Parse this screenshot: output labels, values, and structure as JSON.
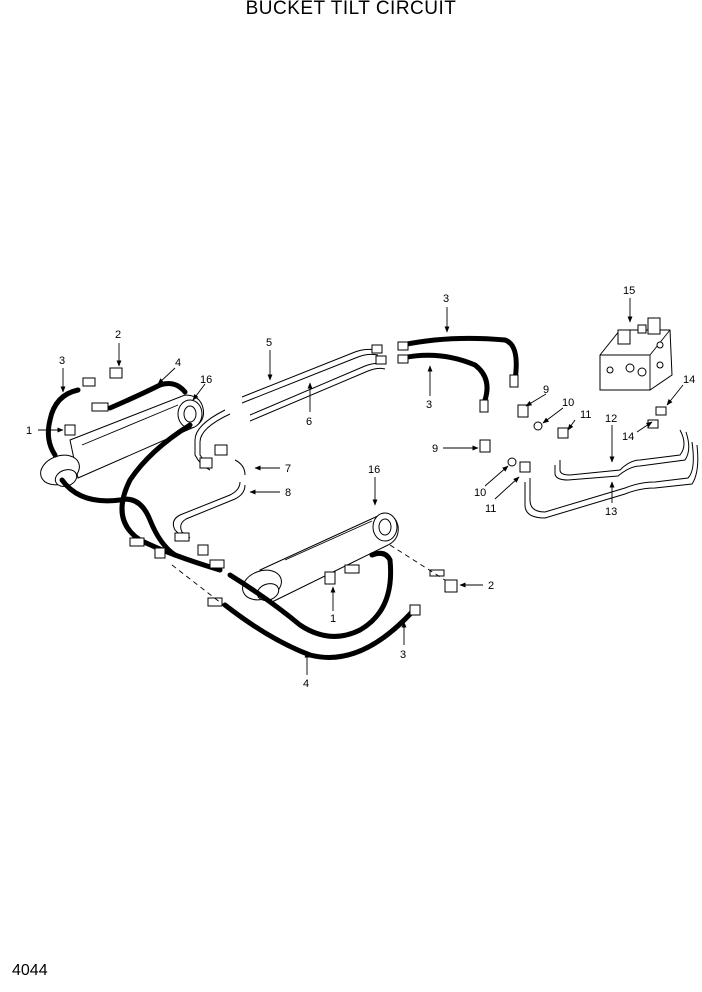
{
  "title": "BUCKET TILT CIRCUIT",
  "page_number": "4044",
  "callouts": {
    "c1a": "1",
    "c1b": "1",
    "c2a": "2",
    "c2b": "2",
    "c3a": "3",
    "c3b": "3",
    "c3c": "3",
    "c3d": "3",
    "c4a": "4",
    "c4b": "4",
    "c5": "5",
    "c6": "6",
    "c7": "7",
    "c8": "8",
    "c9a": "9",
    "c9b": "9",
    "c10a": "10",
    "c10b": "10",
    "c11a": "11",
    "c11b": "11",
    "c12": "12",
    "c13": "13",
    "c14a": "14",
    "c14b": "14",
    "c15": "15",
    "c16a": "16",
    "c16b": "16"
  }
}
